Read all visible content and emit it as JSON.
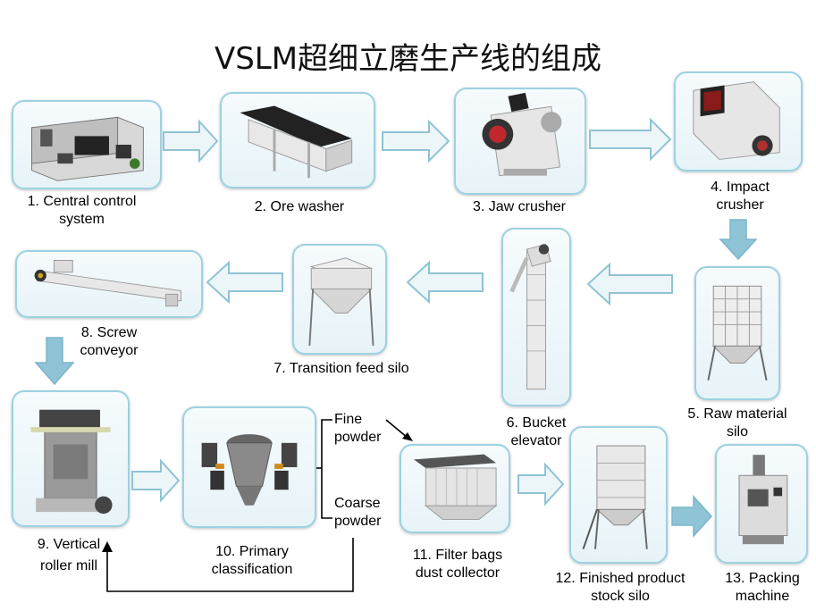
{
  "title": "VSLM超细立磨生产线的组成",
  "steps": [
    {
      "label": "1. Central control system",
      "icon": "control-room-icon"
    },
    {
      "label": "2. Ore washer",
      "icon": "ore-washer-icon"
    },
    {
      "label": "3. Jaw crusher",
      "icon": "jaw-crusher-icon"
    },
    {
      "label": "4. Impact crusher",
      "icon": "impact-crusher-icon"
    },
    {
      "label": "5. Raw material silo",
      "icon": "silo-icon"
    },
    {
      "label": "6. Bucket elevator",
      "icon": "bucket-elevator-icon"
    },
    {
      "label": "7. Transition feed silo",
      "icon": "feed-silo-icon"
    },
    {
      "label": "8. Screw conveyor",
      "icon": "screw-conveyor-icon"
    },
    {
      "label": "9. Vertical roller mill",
      "icon": "roller-mill-icon"
    },
    {
      "label": "10. Primary classification",
      "icon": "classifier-icon"
    },
    {
      "label": "11. Filter bags dust collector",
      "icon": "dust-collector-icon"
    },
    {
      "label": "12. Finished product stock silo",
      "icon": "stock-silo-icon"
    },
    {
      "label": "13. Packing machine",
      "icon": "packing-machine-icon"
    }
  ],
  "branches": {
    "fine": "Fine powder",
    "coarse": "Coarse powder"
  },
  "colors": {
    "arrow_fill": "#ecf6f9",
    "arrow_stroke": "#8fc3d5",
    "arrow_filled": "#8ec4d6",
    "card_border": "#9cd2e2",
    "line": "#000000"
  }
}
